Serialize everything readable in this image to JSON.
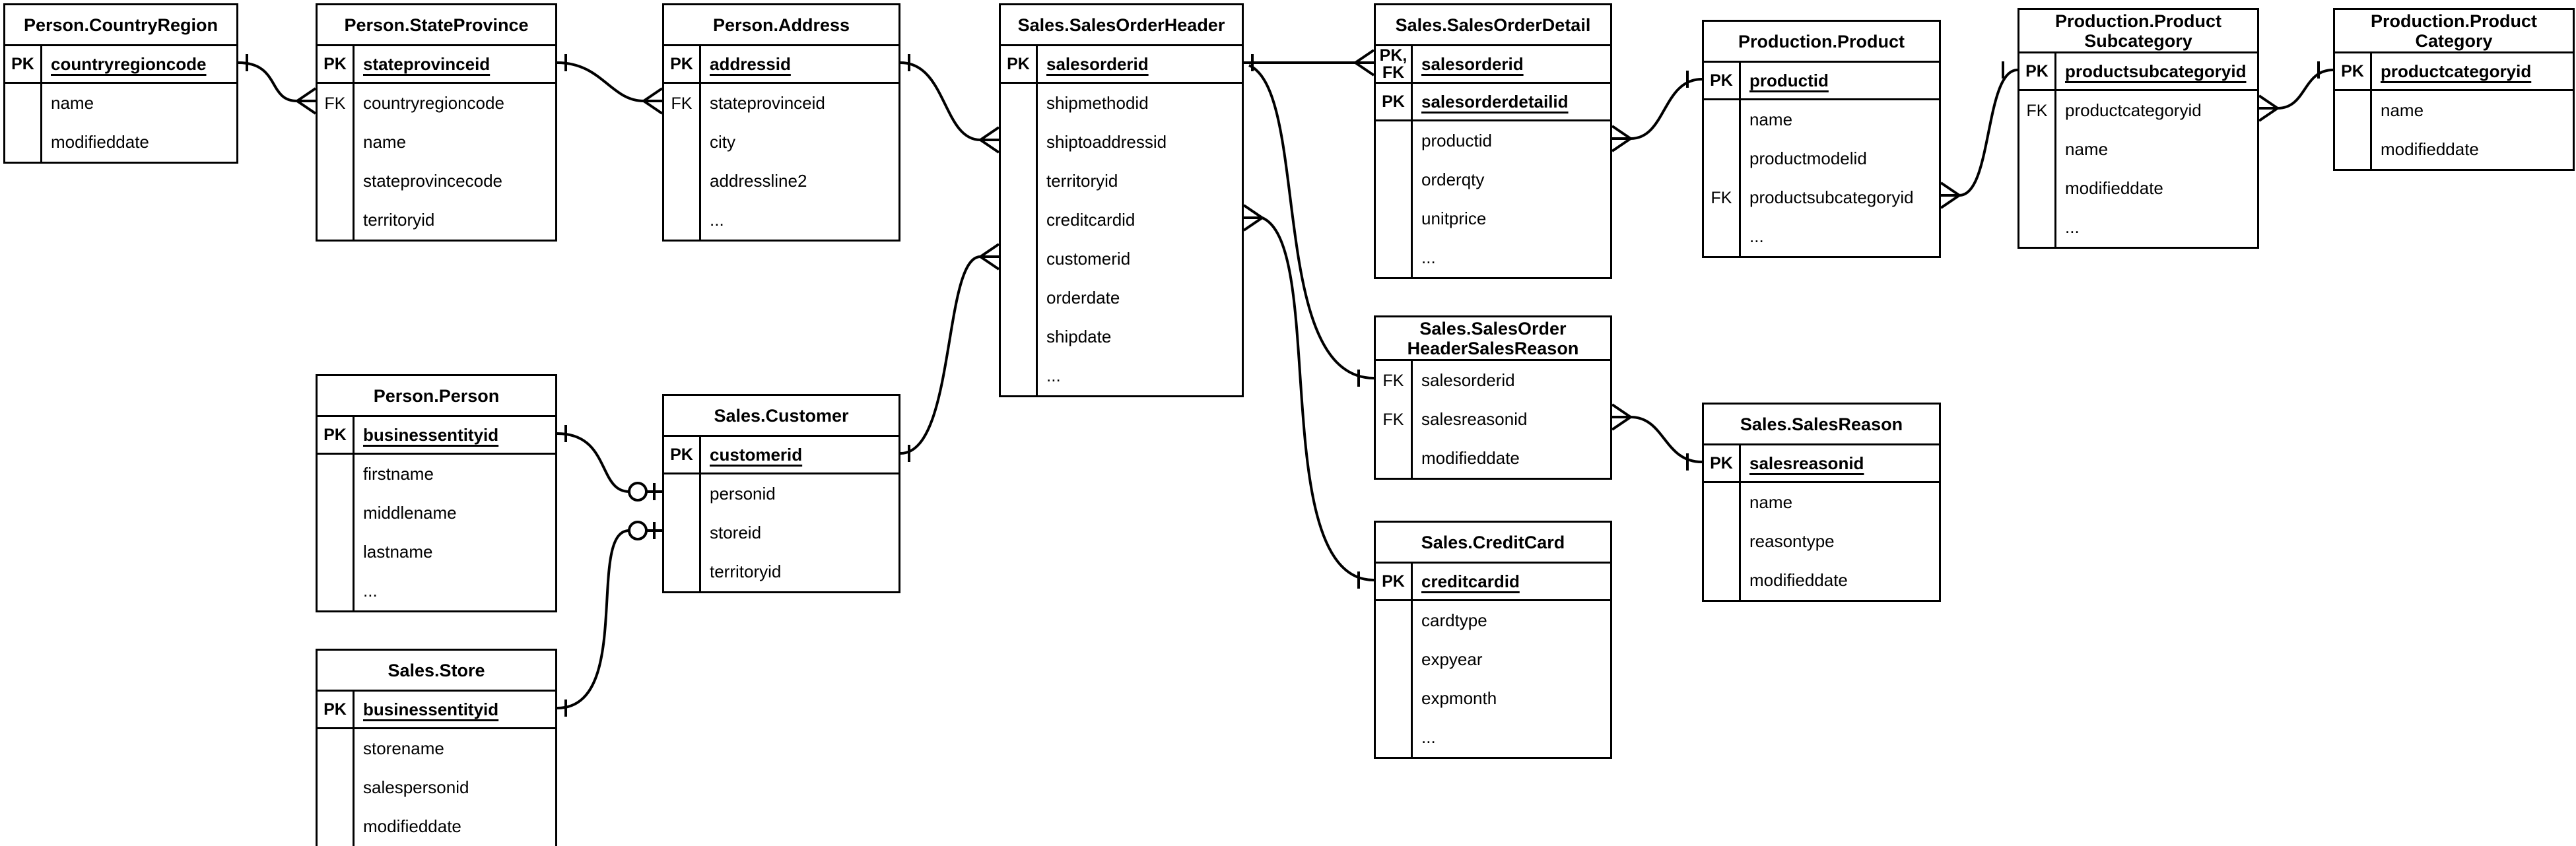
{
  "colors": {
    "line": "#000000",
    "background": "#ffffff",
    "text": "#000000"
  },
  "entities": [
    {
      "id": "person-countryregion",
      "title": "Person.CountryRegion",
      "rows": [
        {
          "marker": "PK",
          "name": "countryregioncode",
          "key": true
        },
        {
          "marker": "",
          "name": "name"
        },
        {
          "marker": "",
          "name": "modifieddate"
        }
      ]
    },
    {
      "id": "person-stateprovince",
      "title": "Person.StateProvince",
      "rows": [
        {
          "marker": "PK",
          "name": "stateprovinceid",
          "key": true
        },
        {
          "marker": "FK",
          "name": "countryregioncode"
        },
        {
          "marker": "",
          "name": "name"
        },
        {
          "marker": "",
          "name": "stateprovincecode"
        },
        {
          "marker": "",
          "name": "territoryid"
        }
      ]
    },
    {
      "id": "person-address",
      "title": "Person.Address",
      "rows": [
        {
          "marker": "PK",
          "name": "addressid",
          "key": true
        },
        {
          "marker": "FK",
          "name": "stateprovinceid"
        },
        {
          "marker": "",
          "name": "city"
        },
        {
          "marker": "",
          "name": "addressline2"
        },
        {
          "marker": "",
          "name": "..."
        }
      ]
    },
    {
      "id": "sales-salesorderheader",
      "title": "Sales.SalesOrderHeader",
      "rows": [
        {
          "marker": "PK",
          "name": "salesorderid",
          "key": true
        },
        {
          "marker": "",
          "name": "shipmethodid"
        },
        {
          "marker": "",
          "name": "shiptoaddressid"
        },
        {
          "marker": "",
          "name": "territoryid"
        },
        {
          "marker": "",
          "name": "creditcardid"
        },
        {
          "marker": "",
          "name": "customerid"
        },
        {
          "marker": "",
          "name": "orderdate"
        },
        {
          "marker": "",
          "name": "shipdate"
        },
        {
          "marker": "",
          "name": "..."
        }
      ]
    },
    {
      "id": "sales-salesorderdetail",
      "title": "Sales.SalesOrderDetail",
      "rows": [
        {
          "marker": "PK,\nFK",
          "name": "salesorderid",
          "key": true
        },
        {
          "marker": "PK",
          "name": "salesorderdetailid",
          "key": true
        },
        {
          "marker": "",
          "name": "productid"
        },
        {
          "marker": "",
          "name": "orderqty"
        },
        {
          "marker": "",
          "name": "unitprice"
        },
        {
          "marker": "",
          "name": "..."
        }
      ]
    },
    {
      "id": "production-product",
      "title": "Production.Product",
      "rows": [
        {
          "marker": "PK",
          "name": "productid",
          "key": true
        },
        {
          "marker": "",
          "name": "name"
        },
        {
          "marker": "",
          "name": "productmodelid"
        },
        {
          "marker": "FK",
          "name": "productsubcategoryid"
        },
        {
          "marker": "",
          "name": "..."
        }
      ]
    },
    {
      "id": "production-productsubcategory",
      "title": "Production.Product\nSubcategory",
      "rows": [
        {
          "marker": "PK",
          "name": "productsubcategoryid",
          "key": true
        },
        {
          "marker": "FK",
          "name": "productcategoryid"
        },
        {
          "marker": "",
          "name": "name"
        },
        {
          "marker": "",
          "name": "modifieddate"
        },
        {
          "marker": "",
          "name": "..."
        }
      ]
    },
    {
      "id": "production-productcategory",
      "title": "Production.Product\nCategory",
      "rows": [
        {
          "marker": "PK",
          "name": "productcategoryid",
          "key": true
        },
        {
          "marker": "",
          "name": "name"
        },
        {
          "marker": "",
          "name": "modifieddate"
        }
      ]
    },
    {
      "id": "person-person",
      "title": "Person.Person",
      "rows": [
        {
          "marker": "PK",
          "name": "businessentityid",
          "key": true
        },
        {
          "marker": "",
          "name": "firstname"
        },
        {
          "marker": "",
          "name": "middlename"
        },
        {
          "marker": "",
          "name": "lastname"
        },
        {
          "marker": "",
          "name": "..."
        }
      ]
    },
    {
      "id": "sales-customer",
      "title": "Sales.Customer",
      "rows": [
        {
          "marker": "PK",
          "name": "customerid",
          "key": true
        },
        {
          "marker": "",
          "name": "personid"
        },
        {
          "marker": "",
          "name": "storeid"
        },
        {
          "marker": "",
          "name": "territoryid"
        }
      ]
    },
    {
      "id": "sales-store",
      "title": "Sales.Store",
      "rows": [
        {
          "marker": "PK",
          "name": "businessentityid",
          "key": true
        },
        {
          "marker": "",
          "name": "storename"
        },
        {
          "marker": "",
          "name": "salespersonid"
        },
        {
          "marker": "",
          "name": "modifieddate"
        }
      ]
    },
    {
      "id": "sales-salesorderheadersalesreason",
      "title": "Sales.SalesOrder\nHeaderSalesReason",
      "rows": [
        {
          "marker": "FK",
          "name": "salesorderid"
        },
        {
          "marker": "FK",
          "name": "salesreasonid"
        },
        {
          "marker": "",
          "name": "modifieddate"
        }
      ]
    },
    {
      "id": "sales-salesreason",
      "title": "Sales.SalesReason",
      "rows": [
        {
          "marker": "PK",
          "name": "salesreasonid",
          "key": true
        },
        {
          "marker": "",
          "name": "name"
        },
        {
          "marker": "",
          "name": "reasontype"
        },
        {
          "marker": "",
          "name": "modifieddate"
        }
      ]
    },
    {
      "id": "sales-creditcard",
      "title": "Sales.CreditCard",
      "rows": [
        {
          "marker": "PK",
          "name": "creditcardid",
          "key": true
        },
        {
          "marker": "",
          "name": "cardtype"
        },
        {
          "marker": "",
          "name": "expyear"
        },
        {
          "marker": "",
          "name": "expmonth"
        },
        {
          "marker": "",
          "name": "..."
        }
      ]
    }
  ],
  "relationships": [
    {
      "from": "Person.CountryRegion.countryregioncode",
      "from_end": "one",
      "to": "Person.StateProvince.countryregioncode",
      "to_end": "many"
    },
    {
      "from": "Person.StateProvince.stateprovinceid",
      "from_end": "one",
      "to": "Person.Address.stateprovinceid",
      "to_end": "many"
    },
    {
      "from": "Person.Address.addressid",
      "from_end": "one",
      "to": "Sales.SalesOrderHeader.shiptoaddressid",
      "to_end": "many"
    },
    {
      "from": "Sales.Customer.customerid",
      "from_end": "one",
      "to": "Sales.SalesOrderHeader.customerid",
      "to_end": "many"
    },
    {
      "from": "Sales.SalesOrderHeader.salesorderid",
      "from_end": "one",
      "to": "Sales.SalesOrderDetail.salesorderid",
      "to_end": "many"
    },
    {
      "from": "Sales.SalesOrderHeader.salesorderid",
      "from_end": "one",
      "to": "Sales.SalesOrderHeaderSalesReason.salesorderid",
      "to_end": "one"
    },
    {
      "from": "Sales.CreditCard.creditcardid",
      "from_end": "one",
      "to": "Sales.SalesOrderHeader.creditcardid",
      "to_end": "many"
    },
    {
      "from": "Sales.SalesOrderHeaderSalesReason.salesreasonid",
      "from_end": "many",
      "to": "Sales.SalesReason.salesreasonid",
      "to_end": "one"
    },
    {
      "from": "Person.Person.businessentityid",
      "from_end": "one",
      "to": "Sales.Customer.personid",
      "to_end": "zero-or-one"
    },
    {
      "from": "Sales.Store.businessentityid",
      "from_end": "one",
      "to": "Sales.Customer.storeid",
      "to_end": "zero-or-one"
    },
    {
      "from": "Sales.SalesOrderDetail.productid",
      "from_end": "many",
      "to": "Production.Product.productid",
      "to_end": "one"
    },
    {
      "from": "Production.Product.productsubcategoryid",
      "from_end": "many",
      "to": "Production.ProductSubcategory.productsubcategoryid",
      "to_end": "one"
    },
    {
      "from": "Production.ProductSubcategory.productcategoryid",
      "from_end": "many",
      "to": "Production.ProductCategory.productcategoryid",
      "to_end": "one"
    }
  ]
}
